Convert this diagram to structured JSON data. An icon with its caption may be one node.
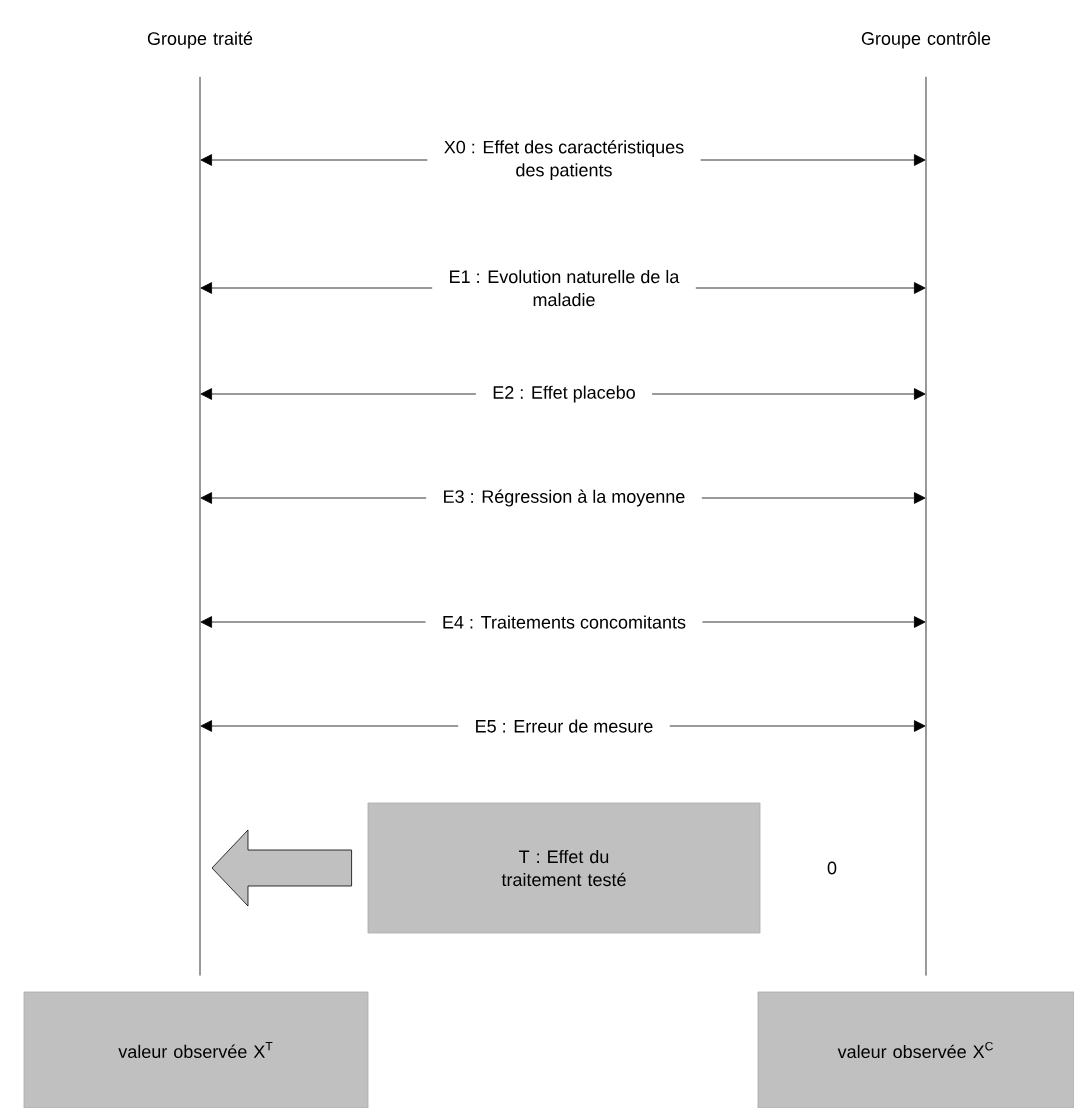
{
  "diagram": {
    "nodes": [
      {
        "text": [
          "Groupe traité"
        ]
      },
      {
        "text": [
          "Groupe contrôle"
        ]
      },
      {
        "text": [
          "X0 : Effet des caractéristiques des patients"
        ]
      },
      {
        "text": [
          "E1 : Evolution naturelle de la maladie"
        ]
      },
      {
        "text": [
          "E2 : Effet placebo"
        ]
      },
      {
        "text": [
          "E3 : Régression à la moyenne"
        ]
      },
      {
        "text": [
          "E4 : Traitements concomitants"
        ]
      },
      {
        "text": [
          "E5 : Erreur de mesure"
        ]
      },
      {
        "text": [
          "T : Effet du traitement testé"
        ]
      },
      {
        "text": [
          "valeur observée X$^{T}$"
        ]
      },
      {
        "text": [
          "valeur observée X$^{C}$"
        ]
      }
    ],
    "edges": [
      {
        "from": 0,
        "to": 9,
        "arrow": "none"
      },
      {
        "from": 1,
        "to": 10,
        "arrow": "none"
      },
      {
        "from": 2,
        "to": null,
        "arrow": "to"
      },
      {
        "from": 2,
        "to": null,
        "arrow": "to"
      },
      {
        "from": 3,
        "to": null,
        "arrow": "to"
      },
      {
        "from": 3,
        "to": null,
        "arrow": "to"
      },
      {
        "from": 4,
        "to": null,
        "arrow": "to"
      },
      {
        "from": 4,
        "to": null,
        "arrow": "to"
      },
      {
        "from": 5,
        "to": null,
        "arrow": "to"
      },
      {
        "from": 5,
        "to": null,
        "arrow": "to"
      },
      {
        "from": 6,
        "to": null,
        "arrow": "to"
      },
      {
        "from": 6,
        "to": null,
        "arrow": "to"
      },
      {
        "from": 7,
        "to": null,
        "arrow": "to"
      },
      {
        "from": 7,
        "to": null,
        "arrow": "to"
      },
      {
        "from": 8,
        "to": null,
        "arrow": "to",
        "style": "thick"
      }
    ],
    "labels": [
      "0"
    ]
  }
}
